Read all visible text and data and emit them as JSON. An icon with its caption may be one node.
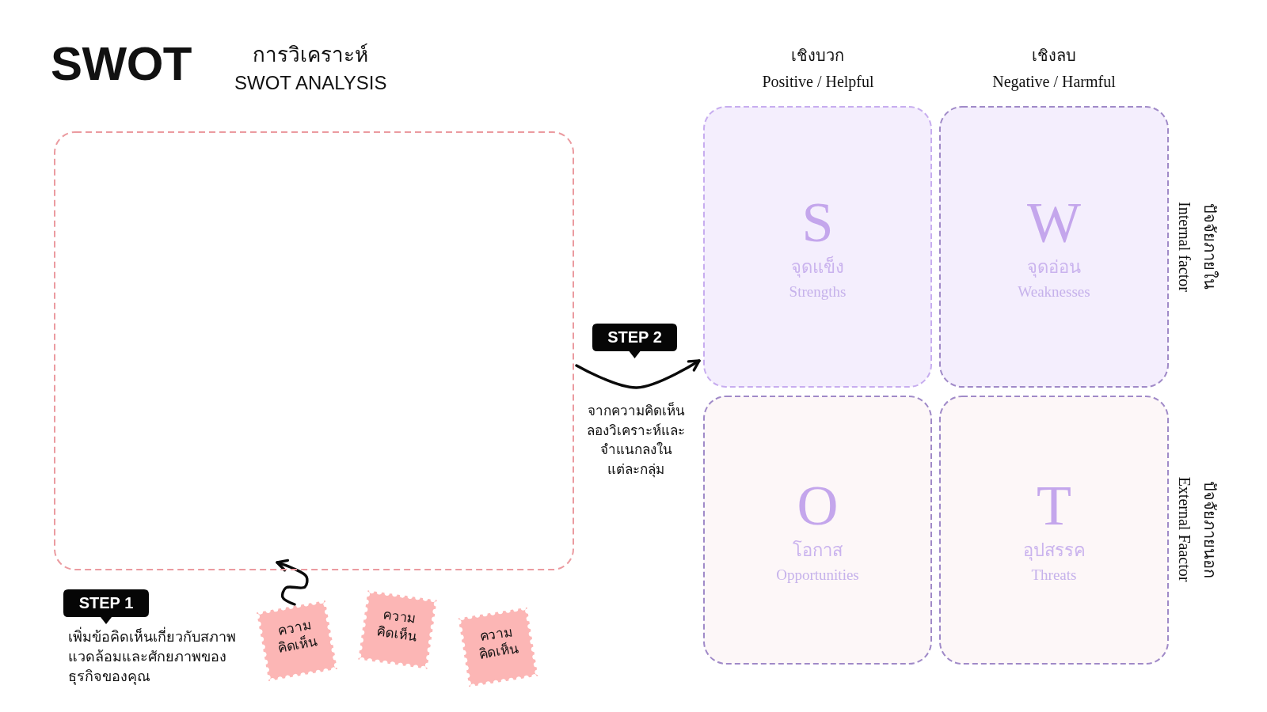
{
  "diagram": {
    "title": "SWOT",
    "nodes": [
      {
        "text": [],
        "shape": "box"
      },
      {
        "text": [
          "STEP 1"
        ],
        "beside": [
          "เพิ่มข้อคิดเห็นเกี่ยวกับสภาพแวดล้อมและศักยภาพของธุรกิจของคุณ"
        ]
      },
      {
        "text": [
          "ความคิดเห็น"
        ]
      },
      {
        "text": [
          "ความคิดเห็น"
        ]
      },
      {
        "text": [
          "ความคิดเห็น"
        ]
      },
      {
        "text": [
          "STEP 2"
        ]
      },
      {
        "text": [
          "S",
          "จุดแข็ง",
          "Strengths"
        ]
      },
      {
        "text": [
          "W",
          "จุดอ่อน",
          "Weaknesses"
        ]
      },
      {
        "text": [
          "O",
          "โอกาส",
          "Opportunities"
        ]
      },
      {
        "text": [
          "T",
          "อุปสรรค",
          "Threats"
        ]
      }
    ],
    "edges": [
      {
        "from": 2,
        "to": 0,
        "arrow": "to"
      },
      {
        "from": 0,
        "to": 6,
        "arrow": "to"
      }
    ],
    "labels": [
      "การวิเคราะห์",
      "SWOT ANALYSIS",
      "จากความคิดเห็นลองวิเคราะห์และจำแนกลงในแต่ละกลุ่ม",
      "เชิงบวก",
      "Positive / Helpful",
      "เชิงลบ",
      "Negative / Harmful",
      "ปัจจัยภายใน",
      "Internal factor",
      "ปัจจัยภายนอก",
      "External Faactor"
    ]
  }
}
